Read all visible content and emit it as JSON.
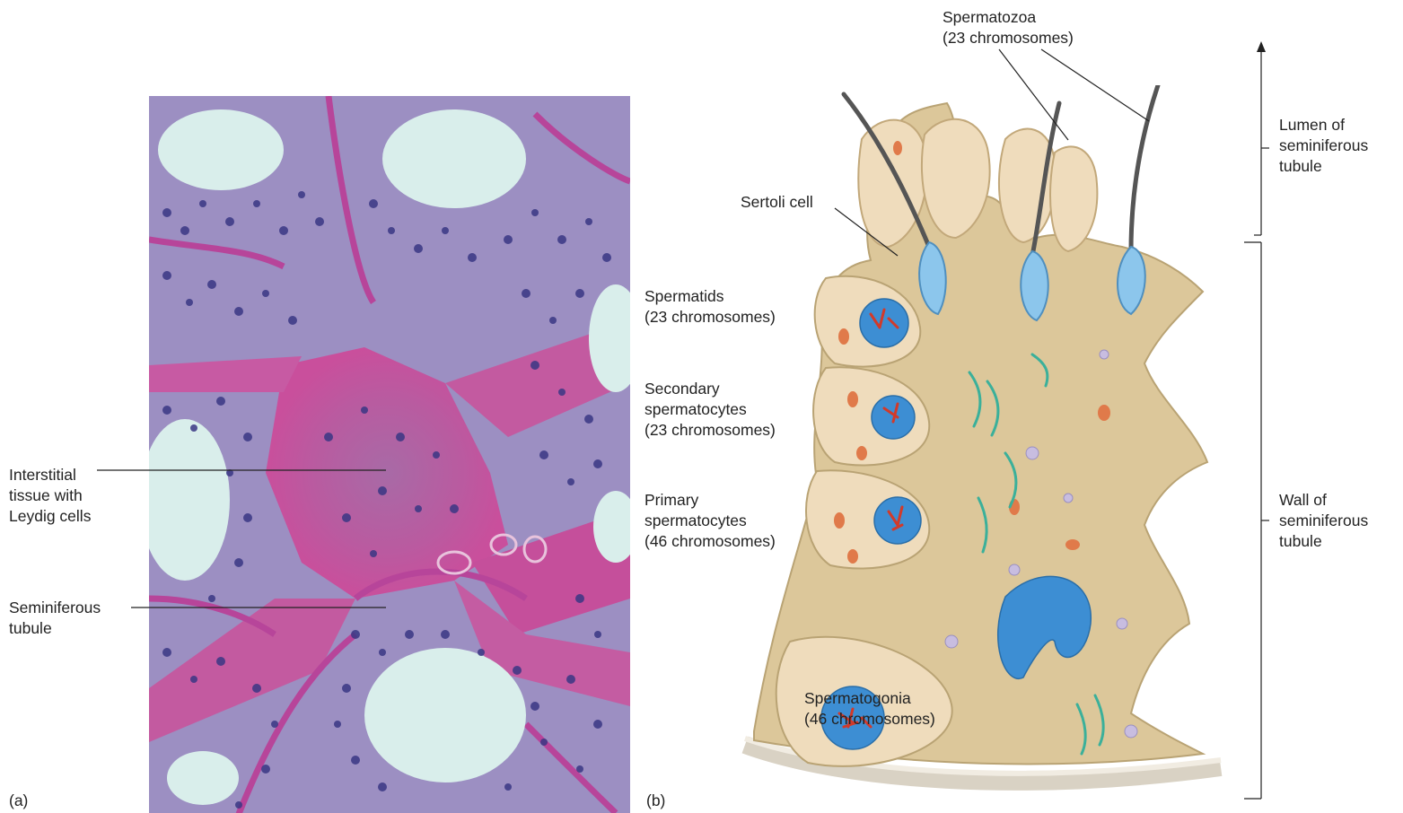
{
  "panel_a": {
    "letter": "(a)",
    "labels": {
      "interstitial": [
        "Interstitial",
        "tissue with",
        "Leydig cells"
      ],
      "seminiferous": [
        "Seminiferous",
        "tubule"
      ]
    }
  },
  "panel_b": {
    "letter": "(b)",
    "labels": {
      "spermatozoa": [
        "Spermatozoa",
        "(23 chromosomes)"
      ],
      "sertoli": [
        "Sertoli cell"
      ],
      "spermatids": [
        "Spermatids",
        "(23 chromosomes)"
      ],
      "secondary": [
        "Secondary",
        "spermatocytes",
        "(23 chromosomes)"
      ],
      "primary": [
        "Primary",
        "spermatocytes",
        "(46 chromosomes)"
      ],
      "spermatogonia": [
        "Spermatogonia",
        "(46 chromosomes)"
      ],
      "lumen": [
        "Lumen of",
        "seminiferous",
        "tubule"
      ],
      "wall": [
        "Wall of",
        "seminiferous",
        "tubule"
      ]
    }
  },
  "colors": {
    "tissue_pink": "#c54f9b",
    "nucleus_purple": "#3d3a86",
    "tubule_lumen": "#d6ece9",
    "sertoli_tan": "#dcc79a",
    "cell_beige": "#efdcbc",
    "nucleus_blue": "#3d8ed3",
    "chromosome_red": "#d23a2a",
    "sperm_head": "#8cc6ec"
  }
}
